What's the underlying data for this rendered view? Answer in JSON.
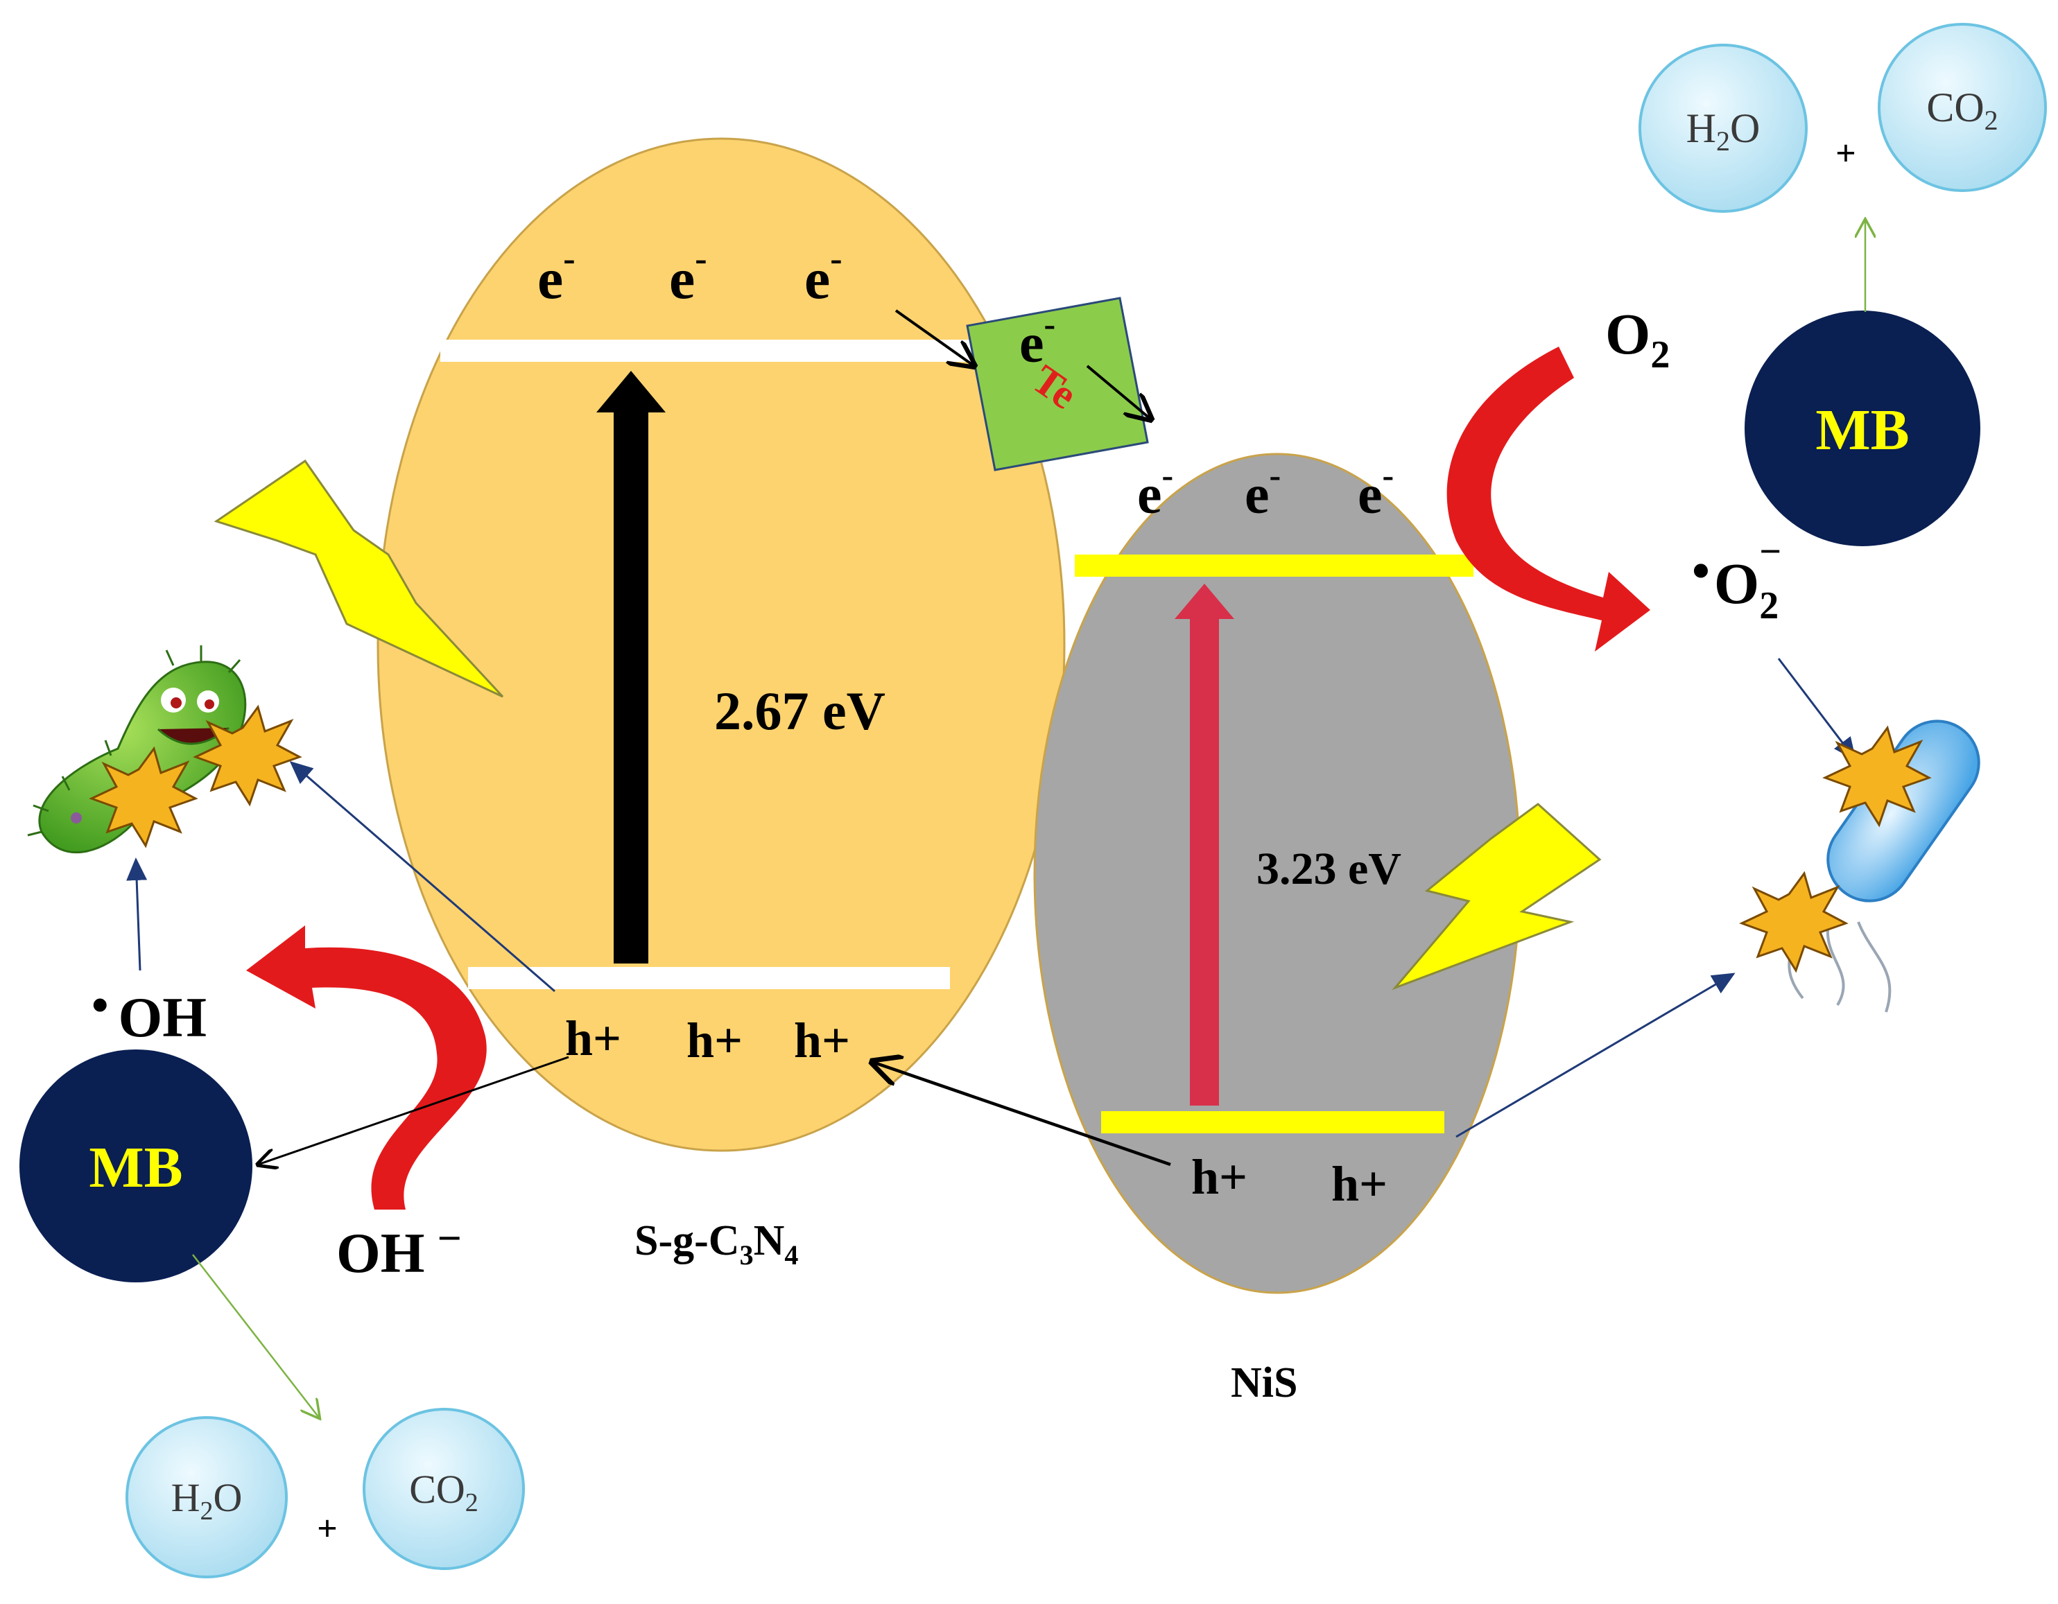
{
  "colors": {
    "sgcn_fill": "#fdd36f",
    "nis_fill": "#a6a6a6",
    "band_yellow": "#ffff00",
    "arrow_red": "#e31a1c",
    "arrow_crimson": "#d8304a",
    "mb_navy": "#0a1f52",
    "bubble_fill": "#c9ecf8",
    "te_green": "#8ccc4b",
    "bolt_yellow": "#ffff00"
  },
  "sgcn": {
    "electrons": [
      "e",
      "e",
      "e"
    ],
    "electron_sup": "-",
    "holes": [
      "h+",
      "h+",
      "h+"
    ],
    "gap": "2.67 eV",
    "name_parts": [
      "S-g-C",
      "3",
      "N",
      "4"
    ]
  },
  "nis": {
    "electrons": [
      "e",
      "e",
      "e"
    ],
    "electron_sup": "-",
    "holes": [
      "h+",
      "h+"
    ],
    "gap": "3.23 eV",
    "name": "NiS"
  },
  "te_block": {
    "electron": "e",
    "electron_sup": "-",
    "label": "Te"
  },
  "left_side": {
    "radical": "OH",
    "radical_dot": "•",
    "reactant": "OH",
    "reactant_sup": "−",
    "mb": "MB",
    "products": {
      "h2o": [
        "H",
        "2",
        "O"
      ],
      "plus": "+",
      "co2": [
        "CO",
        "2"
      ]
    }
  },
  "right_side": {
    "oxygen": [
      "O",
      "2"
    ],
    "superoxide": [
      "O",
      "2",
      "−"
    ],
    "superoxide_dot": "•",
    "mb": "MB",
    "products": {
      "h2o": [
        "H",
        "2",
        "O"
      ],
      "plus": "+",
      "co2": [
        "CO",
        "2"
      ]
    }
  },
  "icons": [
    "lightning-bolt-icon",
    "bacteria-icon",
    "burst-icon",
    "rod-bacteria-icon"
  ]
}
